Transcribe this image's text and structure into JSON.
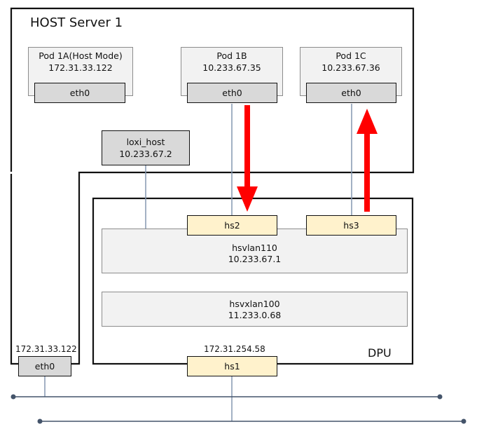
{
  "host": {
    "title": "HOST Server 1"
  },
  "pods": [
    {
      "name": "Pod 1A(Host Mode)",
      "ip": "172.31.33.122",
      "iface": "eth0"
    },
    {
      "name": "Pod 1B",
      "ip": "10.233.67.35",
      "iface": "eth0"
    },
    {
      "name": "Pod 1C",
      "ip": "10.233.67.36",
      "iface": "eth0"
    }
  ],
  "loxi_host": {
    "name": "loxi_host",
    "ip": "10.233.67.2"
  },
  "dpu": {
    "label": "DPU",
    "ports": {
      "hs2": "hs2",
      "hs3": "hs3",
      "hs1": "hs1"
    },
    "hsvlan110": {
      "name": "hsvlan110",
      "ip": "10.233.67.1"
    },
    "hsvxlan100": {
      "name": "hsvxlan100",
      "ip": "11.233.0.68"
    },
    "uplink_ip": "172.31.254.58"
  },
  "host_nic": {
    "ip": "172.31.33.122",
    "iface": "eth0"
  },
  "colors": {
    "arrow": "#ff0000",
    "cream": "#fff2cc",
    "gray_port": "#d9d9d9",
    "box_fill": "#f2f2f2",
    "bus": "#44546a"
  }
}
